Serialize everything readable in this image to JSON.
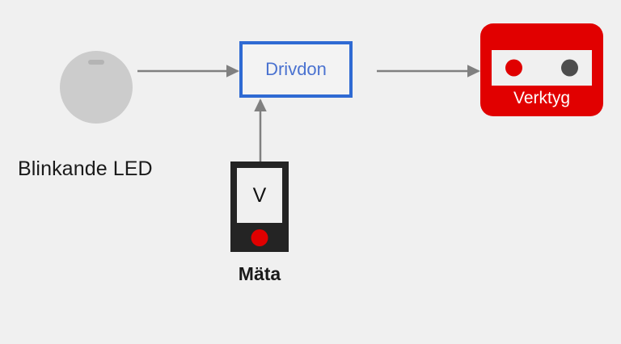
{
  "diagram": {
    "background_color": "#f0f0f0",
    "nodes": {
      "led": {
        "caption": "Blinkande LED",
        "icon": "led-bulb-icon",
        "bulb_color": "#cccccc",
        "slot_color": "#b4b4b4"
      },
      "driver": {
        "label": "Drivdon",
        "border_color": "#2f6ad3",
        "text_color": "#4a72d0",
        "fill_color": "#f3f3f3"
      },
      "tool": {
        "label": "Verktyg",
        "fill_color": "#e10000",
        "text_color": "#ffffff",
        "strip_color": "#f0f0f0",
        "dot_left_color": "#e00000",
        "dot_right_color": "#4d4d4d"
      },
      "meter": {
        "caption": "Mäta",
        "display_value": "V",
        "body_color": "#242424",
        "screen_color": "#f0f0f0",
        "button_color": "#e00000"
      }
    },
    "edges": [
      {
        "id": "led-to-driver",
        "from": "led",
        "to": "driver",
        "direction": "right",
        "color": "#808080"
      },
      {
        "id": "driver-to-tool",
        "from": "driver",
        "to": "tool",
        "direction": "right",
        "color": "#808080"
      },
      {
        "id": "meter-to-driver",
        "from": "meter",
        "to": "driver",
        "direction": "up",
        "color": "#808080"
      }
    ]
  }
}
